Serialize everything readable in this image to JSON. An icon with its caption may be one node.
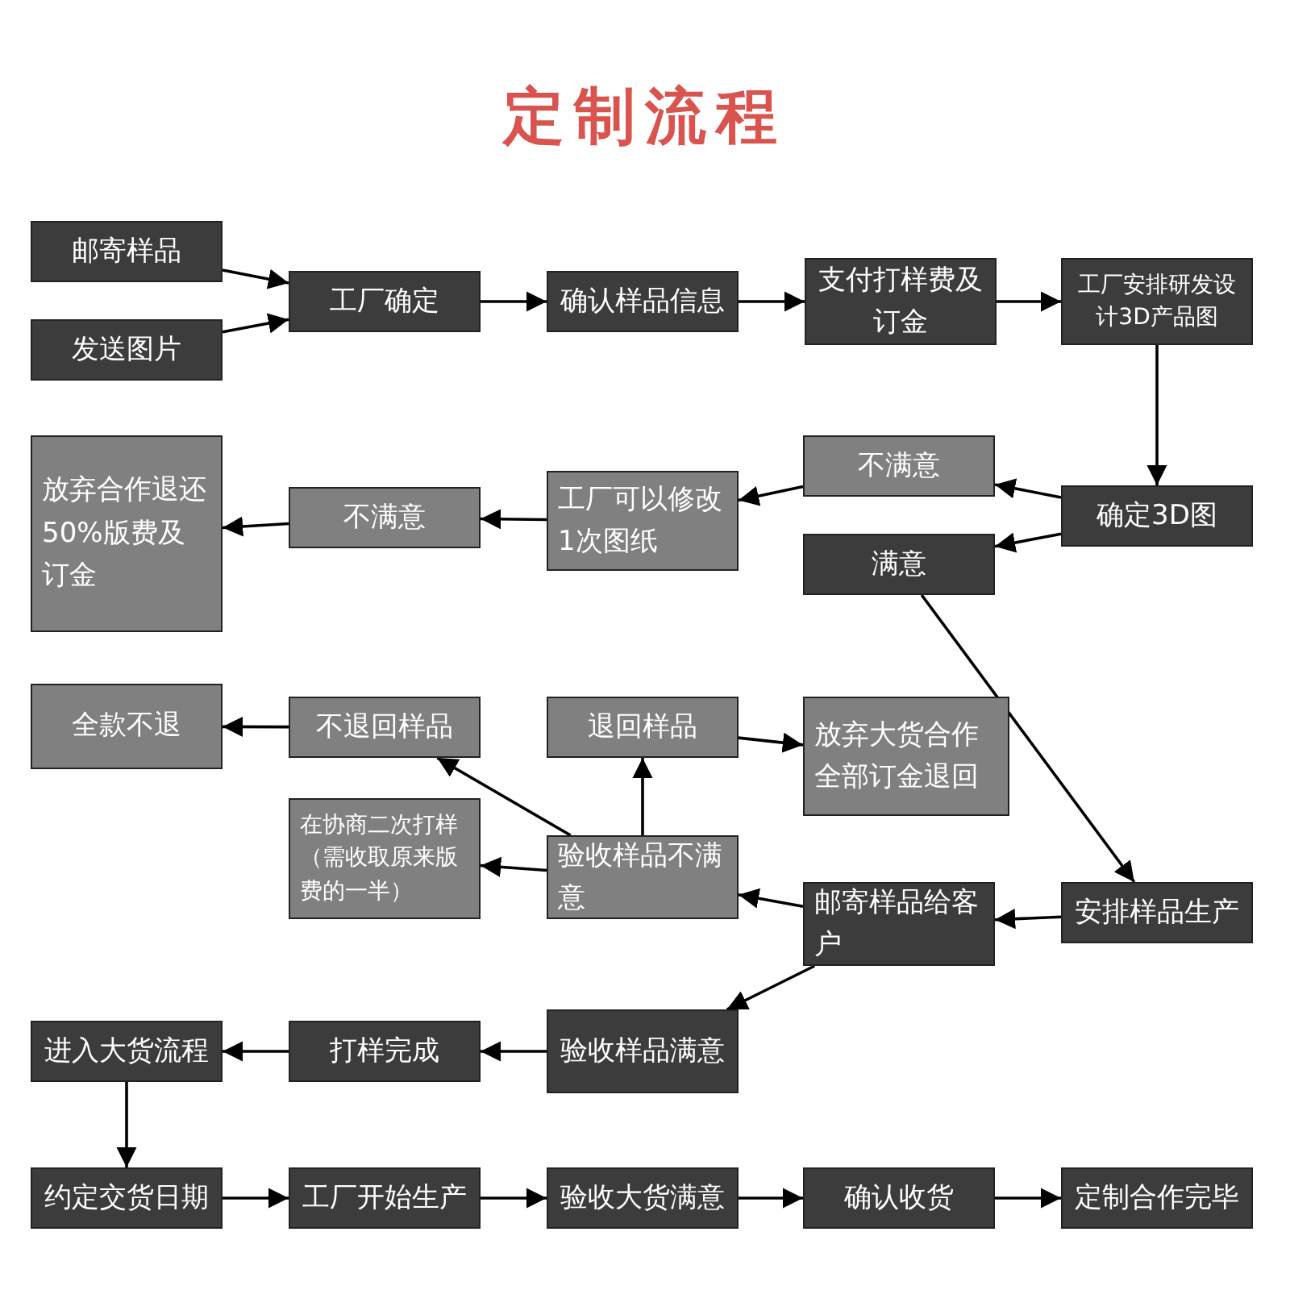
{
  "diagram": {
    "title": "定制流程",
    "nodes": [
      {
        "text": [
          "邮寄样品"
        ]
      },
      {
        "text": [
          "发送图片"
        ]
      },
      {
        "text": [
          "工厂确定"
        ]
      },
      {
        "text": [
          "确认样品信息"
        ]
      },
      {
        "text": [
          "支付打样费及订金"
        ]
      },
      {
        "text": [
          "工厂安排研发设计3D产品图"
        ]
      },
      {
        "text": [
          "放弃合作退还50%版费及订金"
        ]
      },
      {
        "text": [
          "不满意"
        ]
      },
      {
        "text": [
          "工厂可以修改1次图纸"
        ]
      },
      {
        "text": [
          "不满意"
        ]
      },
      {
        "text": [
          "满意"
        ]
      },
      {
        "text": [
          "确定3D图"
        ]
      },
      {
        "text": [
          "全款不退"
        ]
      },
      {
        "text": [
          "不退回样品"
        ]
      },
      {
        "text": [
          "退回样品"
        ]
      },
      {
        "text": [
          "放弃大货合作全部订金退回"
        ]
      },
      {
        "text": [
          "在协商二次打样（需收取原来版费的一半）"
        ]
      },
      {
        "text": [
          "验收样品不满意"
        ]
      },
      {
        "text": [
          "邮寄样品给客户"
        ]
      },
      {
        "text": [
          "安排样品生产"
        ]
      },
      {
        "text": [
          "进入大货流程"
        ]
      },
      {
        "text": [
          "打样完成"
        ]
      },
      {
        "text": [
          "验收样品满意"
        ]
      },
      {
        "text": [
          "约定交货日期"
        ]
      },
      {
        "text": [
          "工厂开始生产"
        ]
      },
      {
        "text": [
          "验收大货满意"
        ]
      },
      {
        "text": [
          "确认收货"
        ]
      },
      {
        "text": [
          "定制合作完毕"
        ]
      }
    ],
    "edges": [
      {
        "from": 0,
        "to": 2,
        "arrow": "to"
      },
      {
        "from": 1,
        "to": 2,
        "arrow": "to"
      },
      {
        "from": 2,
        "to": 3,
        "arrow": "to"
      },
      {
        "from": 3,
        "to": 4,
        "arrow": "to"
      },
      {
        "from": 4,
        "to": 5,
        "arrow": "to"
      },
      {
        "from": 5,
        "to": 11,
        "arrow": "to"
      },
      {
        "from": 11,
        "to": 9,
        "arrow": "to"
      },
      {
        "from": 11,
        "to": 10,
        "arrow": "to"
      },
      {
        "from": 9,
        "to": 8,
        "arrow": "to"
      },
      {
        "from": 8,
        "to": 7,
        "arrow": "to"
      },
      {
        "from": 7,
        "to": 6,
        "arrow": "to"
      },
      {
        "from": 10,
        "to": 19,
        "arrow": "to"
      },
      {
        "from": 19,
        "to": 18,
        "arrow": "to"
      },
      {
        "from": 18,
        "to": 17,
        "arrow": "to"
      },
      {
        "from": 18,
        "to": 22,
        "arrow": "to"
      },
      {
        "from": 17,
        "to": 16,
        "arrow": "to"
      },
      {
        "from": 17,
        "to": 14,
        "arrow": "to"
      },
      {
        "from": 17,
        "to": 13,
        "arrow": "to"
      },
      {
        "from": 14,
        "to": 15,
        "arrow": "to"
      },
      {
        "from": 13,
        "to": 12,
        "arrow": "to"
      },
      {
        "from": 22,
        "to": 21,
        "arrow": "to"
      },
      {
        "from": 21,
        "to": 20,
        "arrow": "to"
      },
      {
        "from": 20,
        "to": 23,
        "arrow": "to"
      },
      {
        "from": 23,
        "to": 24,
        "arrow": "to"
      },
      {
        "from": 24,
        "to": 25,
        "arrow": "to"
      },
      {
        "from": 25,
        "to": 26,
        "arrow": "to"
      },
      {
        "from": 26,
        "to": 27,
        "arrow": "to"
      }
    ]
  }
}
